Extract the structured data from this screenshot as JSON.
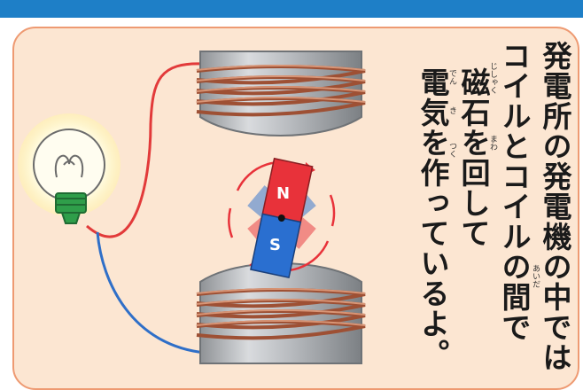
{
  "text": {
    "column1": "発電所の発電機の中では",
    "column2": "コイルとコイルの間で",
    "column3": "磁石を回して",
    "column4": "電気を作っているよ。"
  },
  "ruby": {
    "aida": "あいだ",
    "jishaku": "じしゃく",
    "mawa": "まわ",
    "den": "でん",
    "ki": "き",
    "tsuku": "つく"
  },
  "magnet": {
    "north": "N",
    "south": "S"
  },
  "colors": {
    "panel_bg": "#fce6d2",
    "panel_border": "#ee9a72",
    "top_band": "#1e7fc7",
    "magnet_north": "#e8323a",
    "magnet_south": "#2a6fd0",
    "coil": "#b8694a",
    "wire_red": "#e23a3a",
    "wire_blue": "#2f6fc8"
  }
}
